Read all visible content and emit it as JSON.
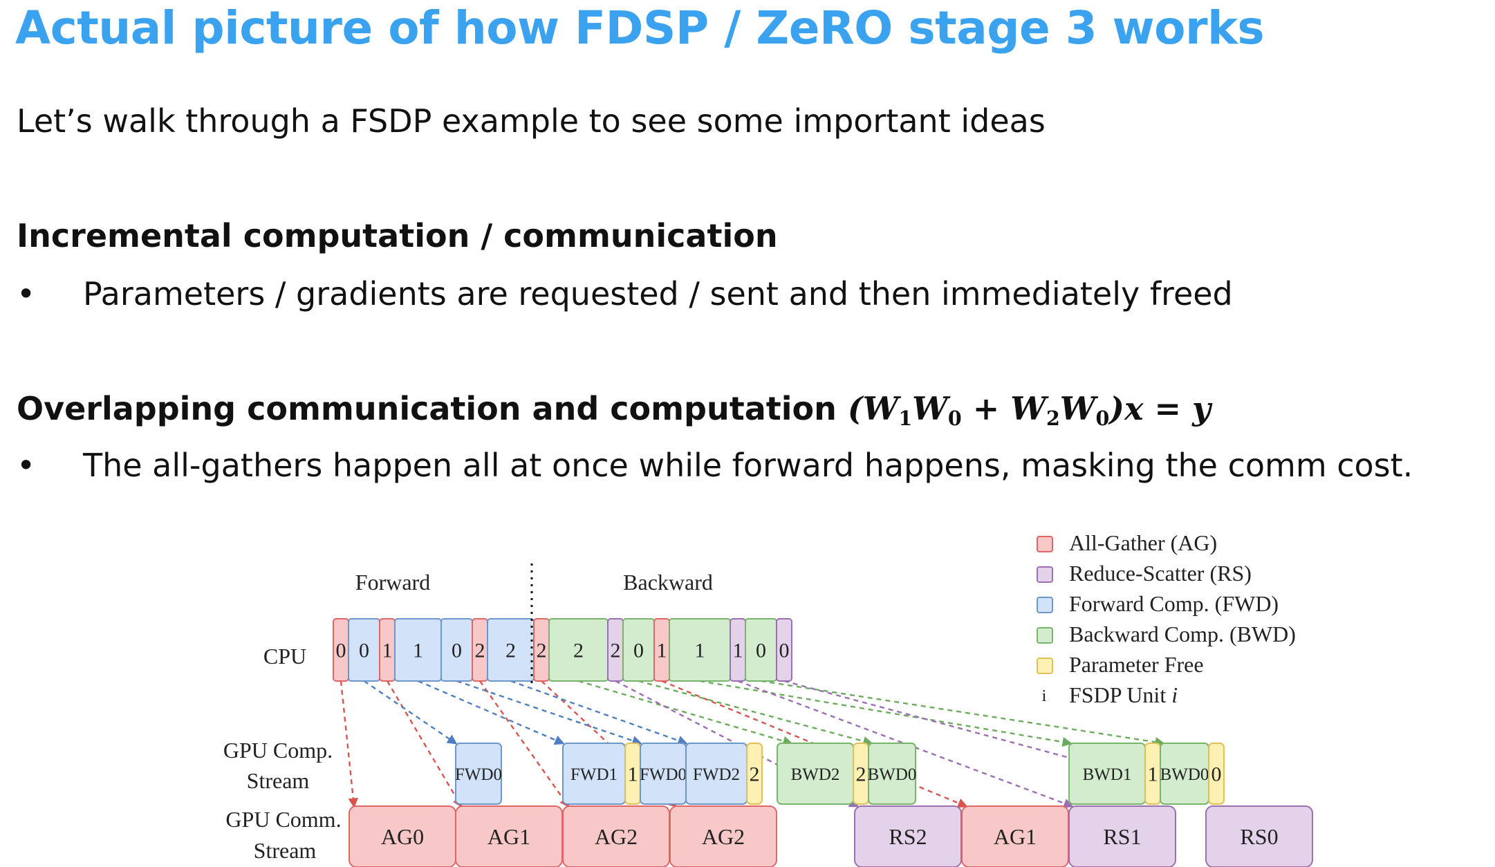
{
  "slide": {
    "title": "Actual picture of how FDSP / ZeRO stage 3 works",
    "intro": "Let’s walk through a FSDP example to see some important ideas",
    "section1": {
      "heading": "Incremental computation / communication",
      "bullet_marker": "•",
      "bullet": "Parameters / gradients are requested / sent and then immediately freed"
    },
    "section2": {
      "heading": "Overlapping communication and computation",
      "formula": {
        "open": "(",
        "w": "W",
        "s1": "1",
        "s0": "0",
        "plus": " + ",
        "s2": "2",
        "close": ")",
        "x": "x",
        "eq": " = ",
        "y": "y"
      },
      "bullet_marker": "•",
      "bullet": "The all-gathers happen all at once while forward happens, masking the comm cost."
    }
  },
  "diagram": {
    "phase_labels": {
      "forward": "Forward",
      "backward": "Backward"
    },
    "row_labels": {
      "cpu": "CPU",
      "gpu_comp_1": "GPU Comp.",
      "gpu_comp_2": "Stream",
      "gpu_comm_1": "GPU Comm.",
      "gpu_comm_2": "Stream"
    },
    "colors": {
      "ag": {
        "fill": "#f8c7c7",
        "stroke": "#e06666"
      },
      "rs": {
        "fill": "#e3d2ea",
        "stroke": "#9a70b0"
      },
      "fwd": {
        "fill": "#d2e2f8",
        "stroke": "#6d97c9"
      },
      "bwd": {
        "fill": "#d4ecce",
        "stroke": "#78b46b"
      },
      "free": {
        "fill": "#fff0b3",
        "stroke": "#e0c058"
      },
      "arrow_ag": "#d9534f",
      "arrow_fwd": "#4f7fc0",
      "arrow_bwd": "#6aab5c",
      "arrow_rs": "#9b6fb3"
    },
    "cpu_blocks": [
      {
        "kind": "ag",
        "label": "0"
      },
      {
        "kind": "fwd",
        "label": "0"
      },
      {
        "kind": "ag",
        "label": "1"
      },
      {
        "kind": "fwd",
        "label": "1"
      },
      {
        "kind": "fwd",
        "label": "0"
      },
      {
        "kind": "ag",
        "label": "2"
      },
      {
        "kind": "fwd",
        "label": "2"
      },
      {
        "kind": "ag",
        "label": "2"
      },
      {
        "kind": "bwd",
        "label": "2"
      },
      {
        "kind": "rs",
        "label": "2"
      },
      {
        "kind": "bwd",
        "label": "0"
      },
      {
        "kind": "ag",
        "label": "1"
      },
      {
        "kind": "bwd",
        "label": "1"
      },
      {
        "kind": "rs",
        "label": "1"
      },
      {
        "kind": "bwd",
        "label": "0"
      },
      {
        "kind": "rs",
        "label": "0"
      }
    ],
    "gpu_comp_blocks": [
      {
        "kind": "fwd",
        "label": "FWD0"
      },
      {
        "kind": "fwd",
        "label": "FWD1"
      },
      {
        "kind": "free",
        "label": "1"
      },
      {
        "kind": "fwd",
        "label": "FWD0"
      },
      {
        "kind": "fwd",
        "label": "FWD2"
      },
      {
        "kind": "free",
        "label": "2"
      },
      {
        "kind": "bwd",
        "label": "BWD2"
      },
      {
        "kind": "free",
        "label": "2"
      },
      {
        "kind": "bwd",
        "label": "BWD0"
      },
      {
        "kind": "bwd",
        "label": "BWD1"
      },
      {
        "kind": "free",
        "label": "1"
      },
      {
        "kind": "bwd",
        "label": "BWD0"
      },
      {
        "kind": "free",
        "label": "0"
      }
    ],
    "gpu_comm_blocks": [
      {
        "kind": "ag",
        "label": "AG0"
      },
      {
        "kind": "ag",
        "label": "AG1"
      },
      {
        "kind": "ag",
        "label": "AG2"
      },
      {
        "kind": "ag",
        "label": "AG2"
      },
      {
        "kind": "rs",
        "label": "RS2"
      },
      {
        "kind": "ag",
        "label": "AG1"
      },
      {
        "kind": "rs",
        "label": "RS1"
      },
      {
        "kind": "rs",
        "label": "RS0"
      }
    ],
    "legend": [
      {
        "kind": "ag",
        "label": "All-Gather (AG)"
      },
      {
        "kind": "rs",
        "label": "Reduce-Scatter (RS)"
      },
      {
        "kind": "fwd",
        "label": "Forward Comp. (FWD)"
      },
      {
        "kind": "bwd",
        "label": "Backward Comp. (BWD)"
      },
      {
        "kind": "free",
        "label": "Parameter Free"
      },
      {
        "kind": "unit",
        "marker": "i",
        "label": "FSDP Unit",
        "label_italic": "i"
      }
    ]
  }
}
